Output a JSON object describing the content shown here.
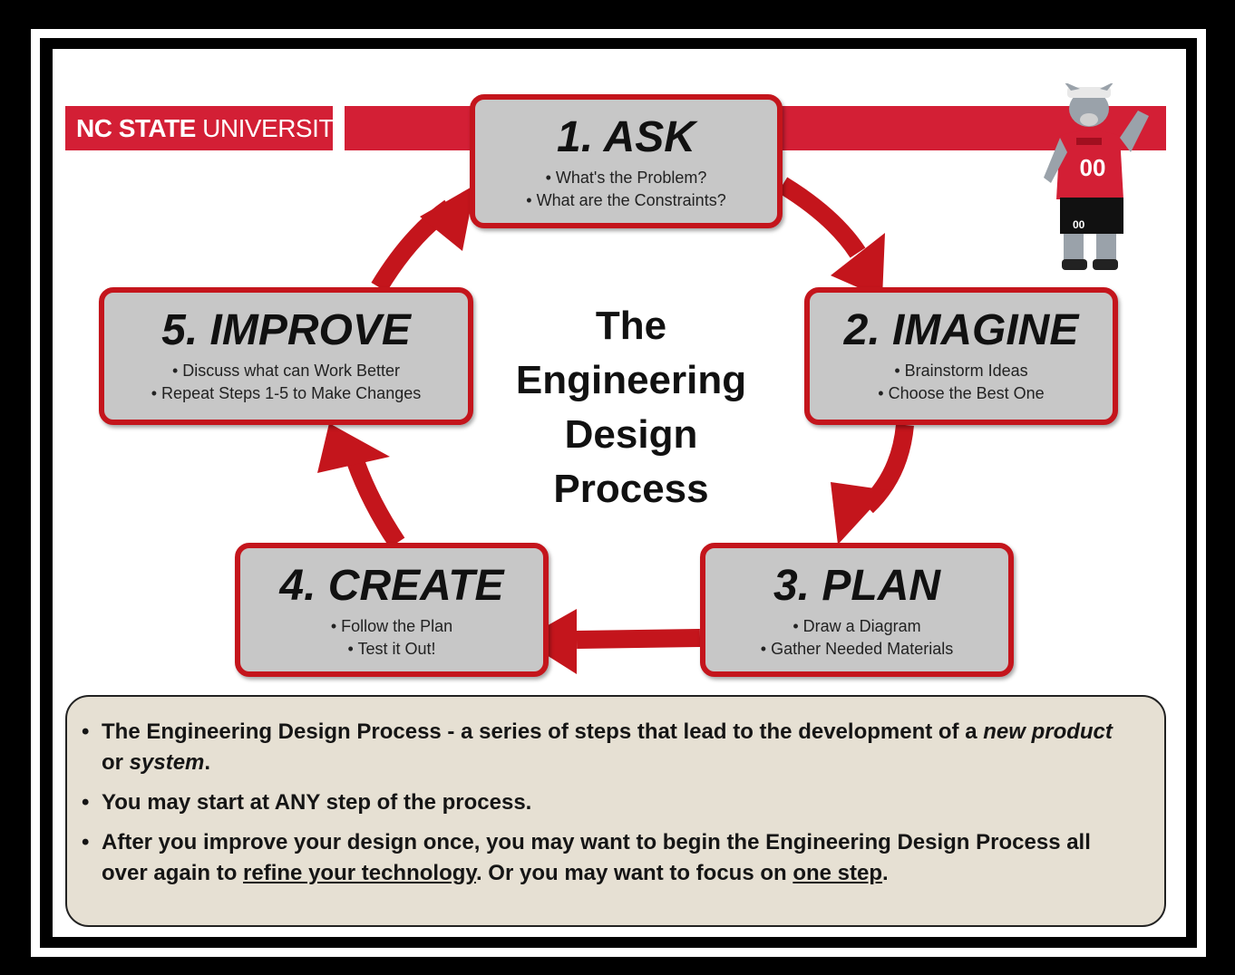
{
  "logo": {
    "brand_bold": "NC STATE",
    "brand_regular": " UNIVERSITY"
  },
  "center_title": [
    "The",
    "Engineering",
    "Design",
    "Process"
  ],
  "steps": [
    {
      "id": "ask",
      "title": "1. ASK",
      "items": [
        "• What's the Problem?",
        "• What are the Constraints?"
      ]
    },
    {
      "id": "imagine",
      "title": "2. IMAGINE",
      "items": [
        "• Brainstorm Ideas",
        "• Choose the Best One"
      ]
    },
    {
      "id": "plan",
      "title": "3. PLAN",
      "items": [
        "• Draw a Diagram",
        "• Gather Needed Materials"
      ]
    },
    {
      "id": "create",
      "title": "4. CREATE",
      "items": [
        "• Follow the Plan",
        "• Test it Out!"
      ]
    },
    {
      "id": "improve",
      "title": "5. IMPROVE",
      "items": [
        "• Discuss what can Work Better",
        "• Repeat Steps 1-5 to Make Changes"
      ]
    }
  ],
  "notes": {
    "bullet": "•",
    "note1": {
      "part1": "The Engineering Design Process - a series of steps that lead to the development of a ",
      "italic1": "new product",
      "part2": " or ",
      "italic2": "system",
      "part3": "."
    },
    "note2": "You may start at ANY step of the process.",
    "note3": {
      "part1": "After you improve your design once, you may want to begin the Engineering Design Process all over again to ",
      "link1": "refine your technology",
      "part2": ". Or you may want to focus on ",
      "link2": "one step",
      "part3": "."
    }
  },
  "mascot": {
    "jersey_number": "00",
    "shorts_number": "00"
  },
  "colors": {
    "nc_red": "#d31f35",
    "arrow_red": "#c4151c",
    "box_gray": "#c7c7c7",
    "note_bg": "#e6e0d3",
    "frame": "#000000"
  }
}
